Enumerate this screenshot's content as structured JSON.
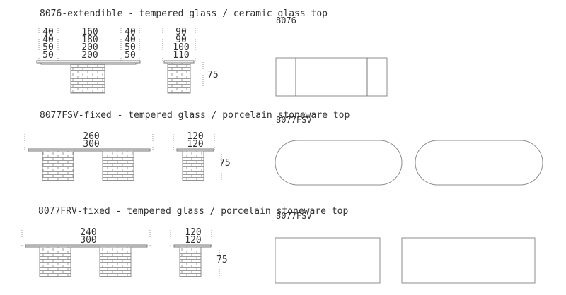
{
  "rows": [
    {
      "heading": "8076-extendible - tempered glass / ceramic glass top",
      "plan_label": "8076",
      "length_dims": [
        [
          "40",
          "160",
          "40"
        ],
        [
          "40",
          "180",
          "40"
        ],
        [
          "50",
          "200",
          "50"
        ],
        [
          "50",
          "200",
          "50"
        ]
      ],
      "width_dims": [
        "90",
        "90",
        "100",
        "110"
      ],
      "height_dim": "75"
    },
    {
      "heading": "8077FSV-fixed - tempered glass / porcelain stoneware top",
      "plan_label": "8077FSV",
      "length_dims": [
        "260",
        "300"
      ],
      "width_dims": [
        "120",
        "120"
      ],
      "height_dim": "75"
    },
    {
      "heading": "8077FRV-fixed - tempered glass / porcelain stoneware top",
      "plan_label": "8077FSV",
      "length_dims": [
        "240",
        "300"
      ],
      "width_dims": [
        "120",
        "120"
      ],
      "height_dim": "75"
    }
  ]
}
